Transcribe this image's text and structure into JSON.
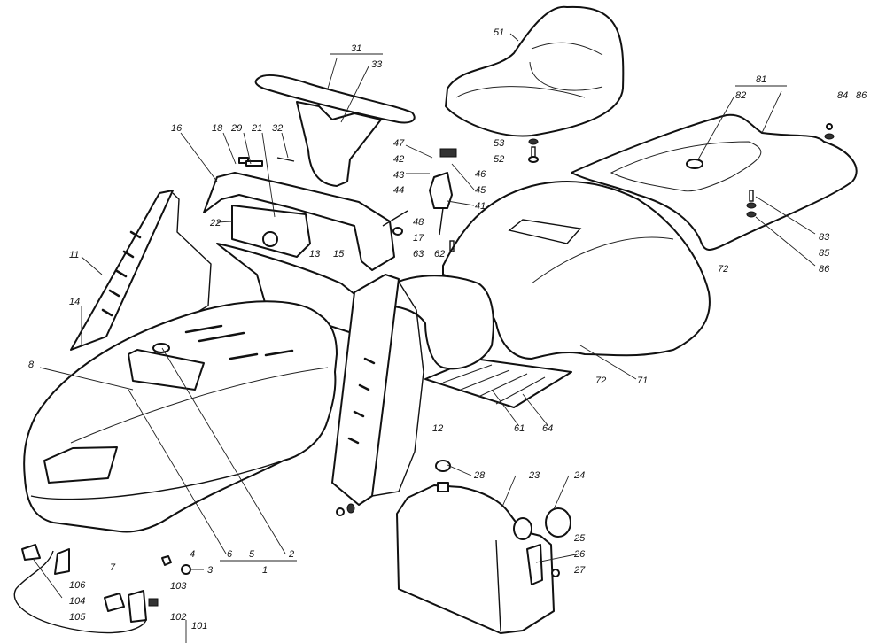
{
  "diagram": {
    "title": "Exploded parts diagram - ride-on mower body, seat, steering and fuel tank",
    "ink_color": "#111111",
    "background_color": "#ffffff",
    "labels": {
      "l1": "1",
      "l2": "2",
      "l3": "3",
      "l4": "4",
      "l5": "5",
      "l6": "6",
      "l7": "7",
      "l8": "8",
      "l11": "11",
      "l12": "12",
      "l13": "13",
      "l14": "14",
      "l15": "15",
      "l16": "16",
      "l17": "17",
      "l18": "18",
      "l21": "21",
      "l22": "22",
      "l23": "23",
      "l24": "24",
      "l25": "25",
      "l26": "26",
      "l27": "27",
      "l28": "28",
      "l29": "29",
      "l31": "31",
      "l32": "32",
      "l33": "33",
      "l41": "41",
      "l42": "42",
      "l43": "43",
      "l44": "44",
      "l45": "45",
      "l46": "46",
      "l47": "47",
      "l48": "48",
      "l51": "51",
      "l52": "52",
      "l53": "53",
      "l61": "61",
      "l62": "62",
      "l63": "63",
      "l64": "64",
      "l71": "71",
      "l72a": "72",
      "l72b": "72",
      "l81": "81",
      "l82": "82",
      "l83": "83",
      "l84": "84",
      "l85": "85",
      "l86a": "86",
      "l86b": "86",
      "l101": "101",
      "l102": "102",
      "l103": "103",
      "l104": "104",
      "l105": "105",
      "l106": "106"
    }
  }
}
